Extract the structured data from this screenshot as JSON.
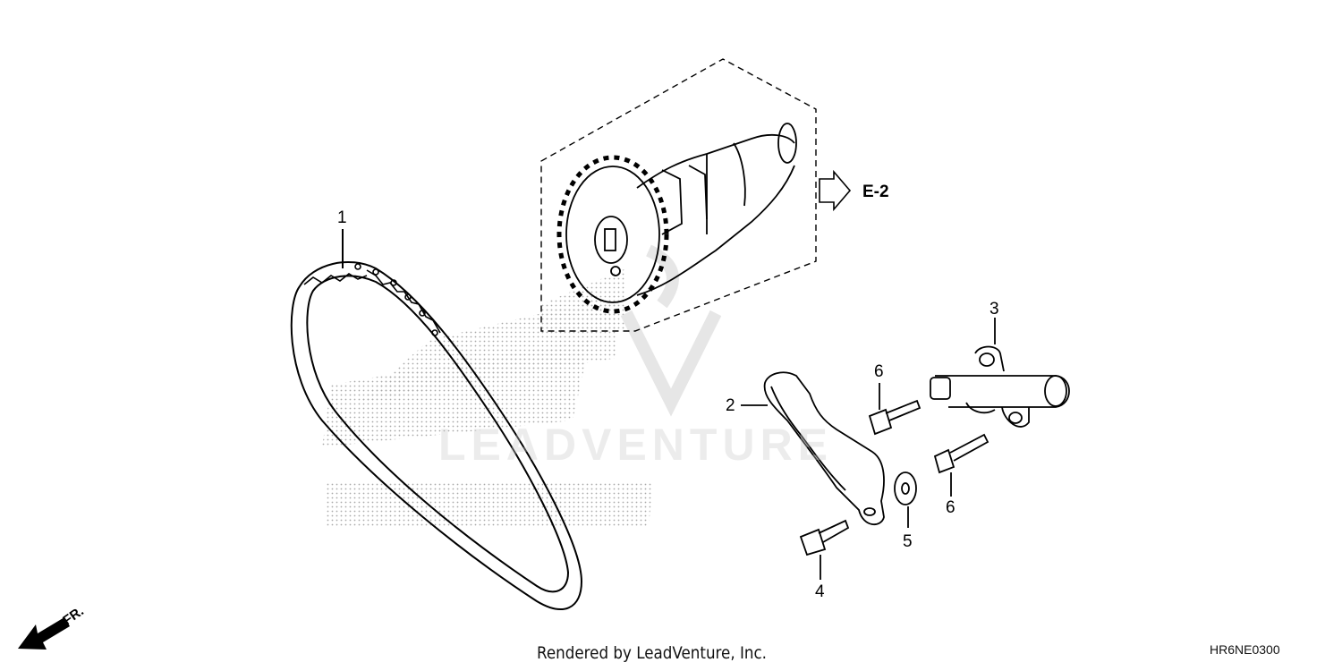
{
  "callouts": {
    "part1": "1",
    "part2": "2",
    "part3": "3",
    "part4": "4",
    "part5": "5",
    "part6a": "6",
    "part6b": "6"
  },
  "reference": {
    "label": "E-2"
  },
  "direction": {
    "label": "FR."
  },
  "footer": {
    "credit": "Rendered by LeadVenture, Inc."
  },
  "diagram_code": "HR6NE0300",
  "watermark": {
    "text": "LEADVENTURE"
  },
  "colors": {
    "line": "#000000",
    "watermark": "#cccccc",
    "stipple": "#b0b0b0"
  },
  "icons": [
    "arrow-right-outline-icon",
    "front-direction-arrow-icon"
  ]
}
